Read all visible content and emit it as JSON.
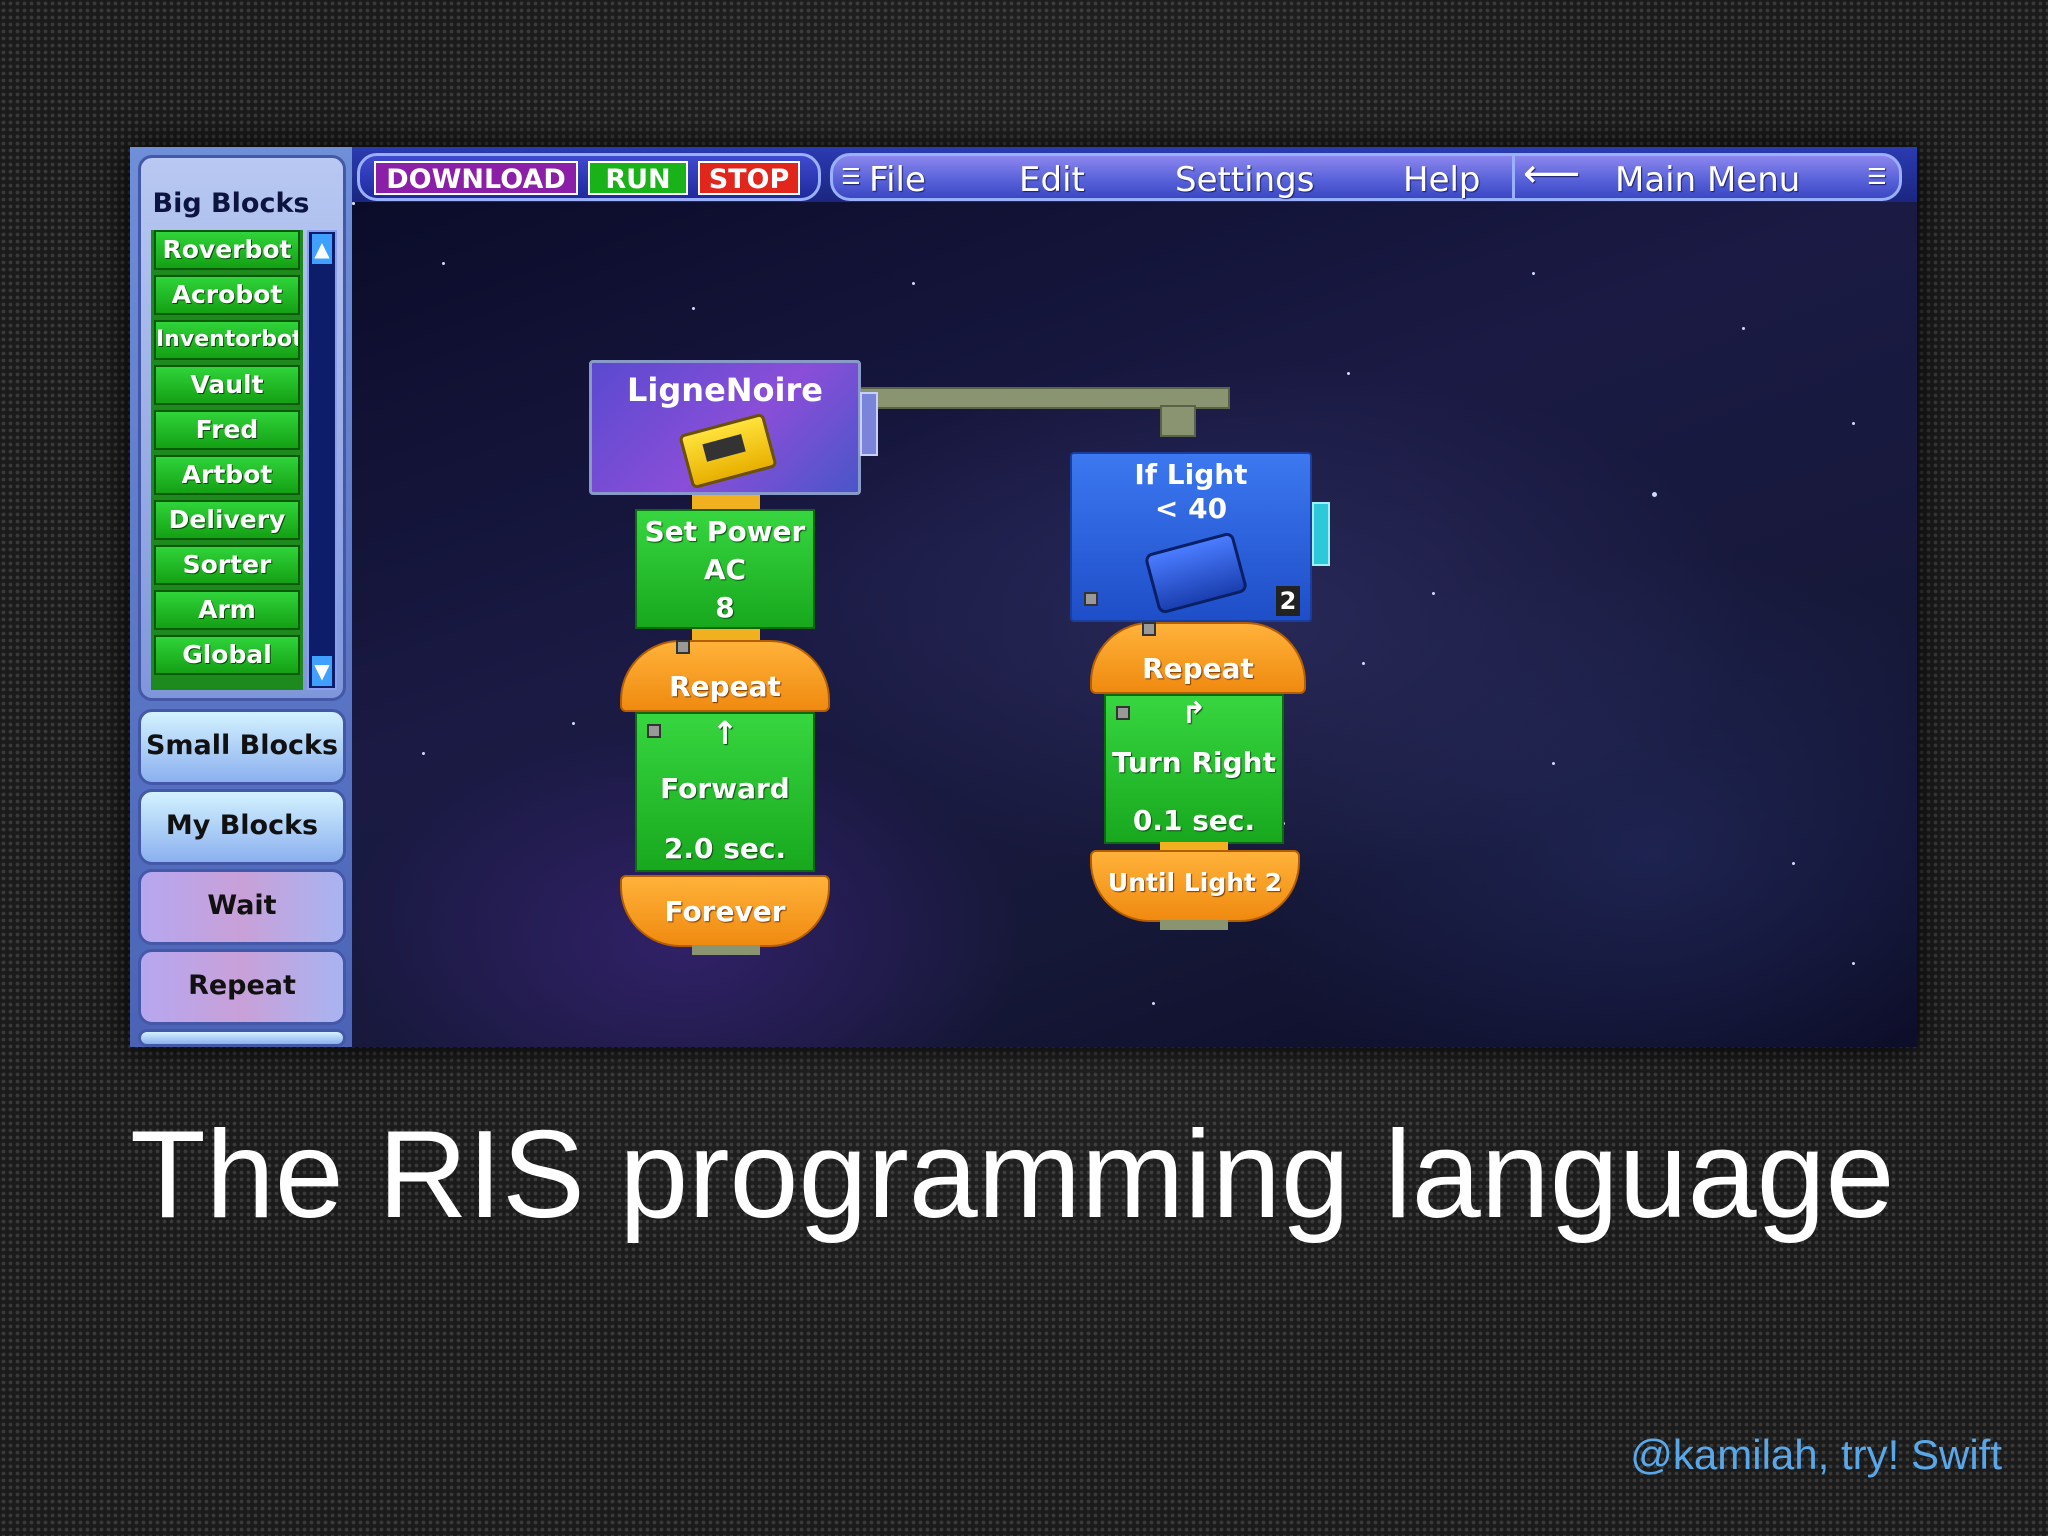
{
  "slide": {
    "caption": "The RIS programming language",
    "credit": "@kamilah, try! Swift"
  },
  "sidebar": {
    "big_blocks": {
      "title": "Big Blocks",
      "items": [
        "Roverbot",
        "Acrobot",
        "Inventorbot",
        "Vault",
        "Fred",
        "Artbot",
        "Delivery",
        "Sorter",
        "Arm",
        "Global"
      ]
    },
    "buttons": [
      "Small Blocks",
      "My Blocks",
      "Wait",
      "Repeat"
    ]
  },
  "toolbar": {
    "download": "DOWNLOAD",
    "run": "RUN",
    "stop": "STOP"
  },
  "menu": {
    "file": "File",
    "edit": "Edit",
    "settings": "Settings",
    "help": "Help",
    "main_menu": "Main Menu"
  },
  "program": {
    "main_block": "LigneNoire",
    "set_power": {
      "line1": "Set Power",
      "line2": "AC",
      "line3": "8"
    },
    "repeat1": "Repeat",
    "forward": {
      "label": "Forward",
      "duration": "2.0 sec."
    },
    "forever": "Forever",
    "if_light": {
      "line1": "If Light",
      "line2": "< 40",
      "port": "2"
    },
    "repeat2": "Repeat",
    "turn_right": {
      "label": "Turn Right",
      "duration": "0.1 sec."
    },
    "until_light": "Until Light 2"
  },
  "colors": {
    "accent_credit": "#5aa7e8",
    "block_green": "#1fb826",
    "block_orange": "#f7a126",
    "block_blue": "#2a5fd8"
  }
}
